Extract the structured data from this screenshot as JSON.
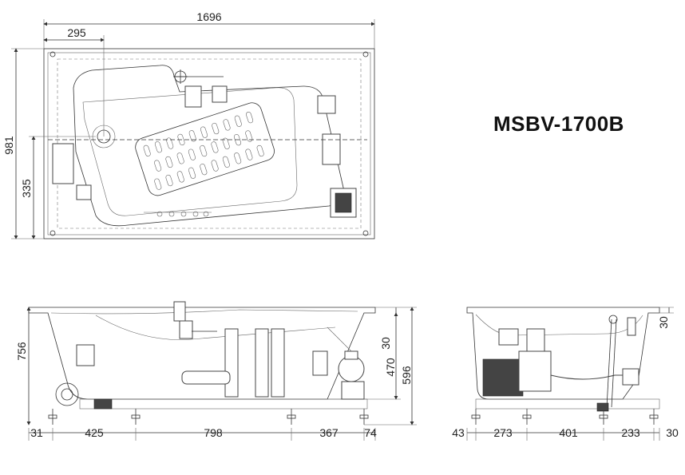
{
  "model": "MSBV-1700B",
  "top_view": {
    "width_label": "1696",
    "drain_offset_label": "295",
    "depth_label": "981",
    "drain_depth_label": "335"
  },
  "side_view": {
    "height_label": "756",
    "rim_label": "30",
    "inner_height_label": "470",
    "leg_height_label": "596",
    "spacings": [
      "31",
      "425",
      "798",
      "367",
      "74"
    ]
  },
  "end_view": {
    "rim_label": "30",
    "spacings": [
      "43",
      "273",
      "401",
      "233",
      "30"
    ]
  }
}
